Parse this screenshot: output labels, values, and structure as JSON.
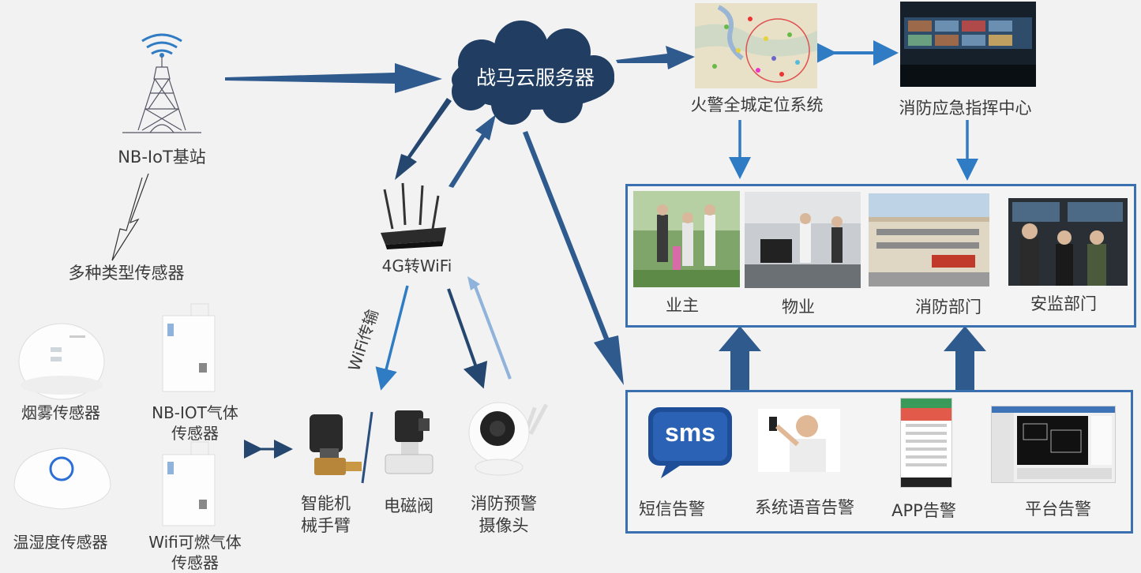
{
  "cloud": {
    "label": "战马云服务器"
  },
  "top_right": {
    "fire_map_label": "火警全城定位系统",
    "command_center_label": "消防应急指挥中心"
  },
  "left": {
    "base_station_label": "NB-IoT基站",
    "sensors_label": "多种类型传感器",
    "smoke_sensor_label": "烟雾传感器",
    "nbiot_gas_label_1": "NB-IOT气体",
    "nbiot_gas_label_2": "传感器",
    "temp_humidity_label": "温湿度传感器",
    "wifi_gas_label_1": "Wifi可燃气体",
    "wifi_gas_label_2": "传感器"
  },
  "middle": {
    "router_label": "4G转WiFi",
    "wifi_transfer_label": "WiFi传输",
    "robot_arm_label_1": "智能机",
    "robot_arm_label_2": "械手臂",
    "solenoid_label": "电磁阀",
    "camera_label_1": "消防预警",
    "camera_label_2": "摄像头"
  },
  "recipients": [
    {
      "label": "业主"
    },
    {
      "label": "物业"
    },
    {
      "label": "消防部门"
    },
    {
      "label": "安监部门"
    }
  ],
  "alerts": [
    {
      "label": "短信告警",
      "icon_text": "sms"
    },
    {
      "label": "系统语音告警"
    },
    {
      "label": "APP告警"
    },
    {
      "label": "平台告警"
    }
  ]
}
